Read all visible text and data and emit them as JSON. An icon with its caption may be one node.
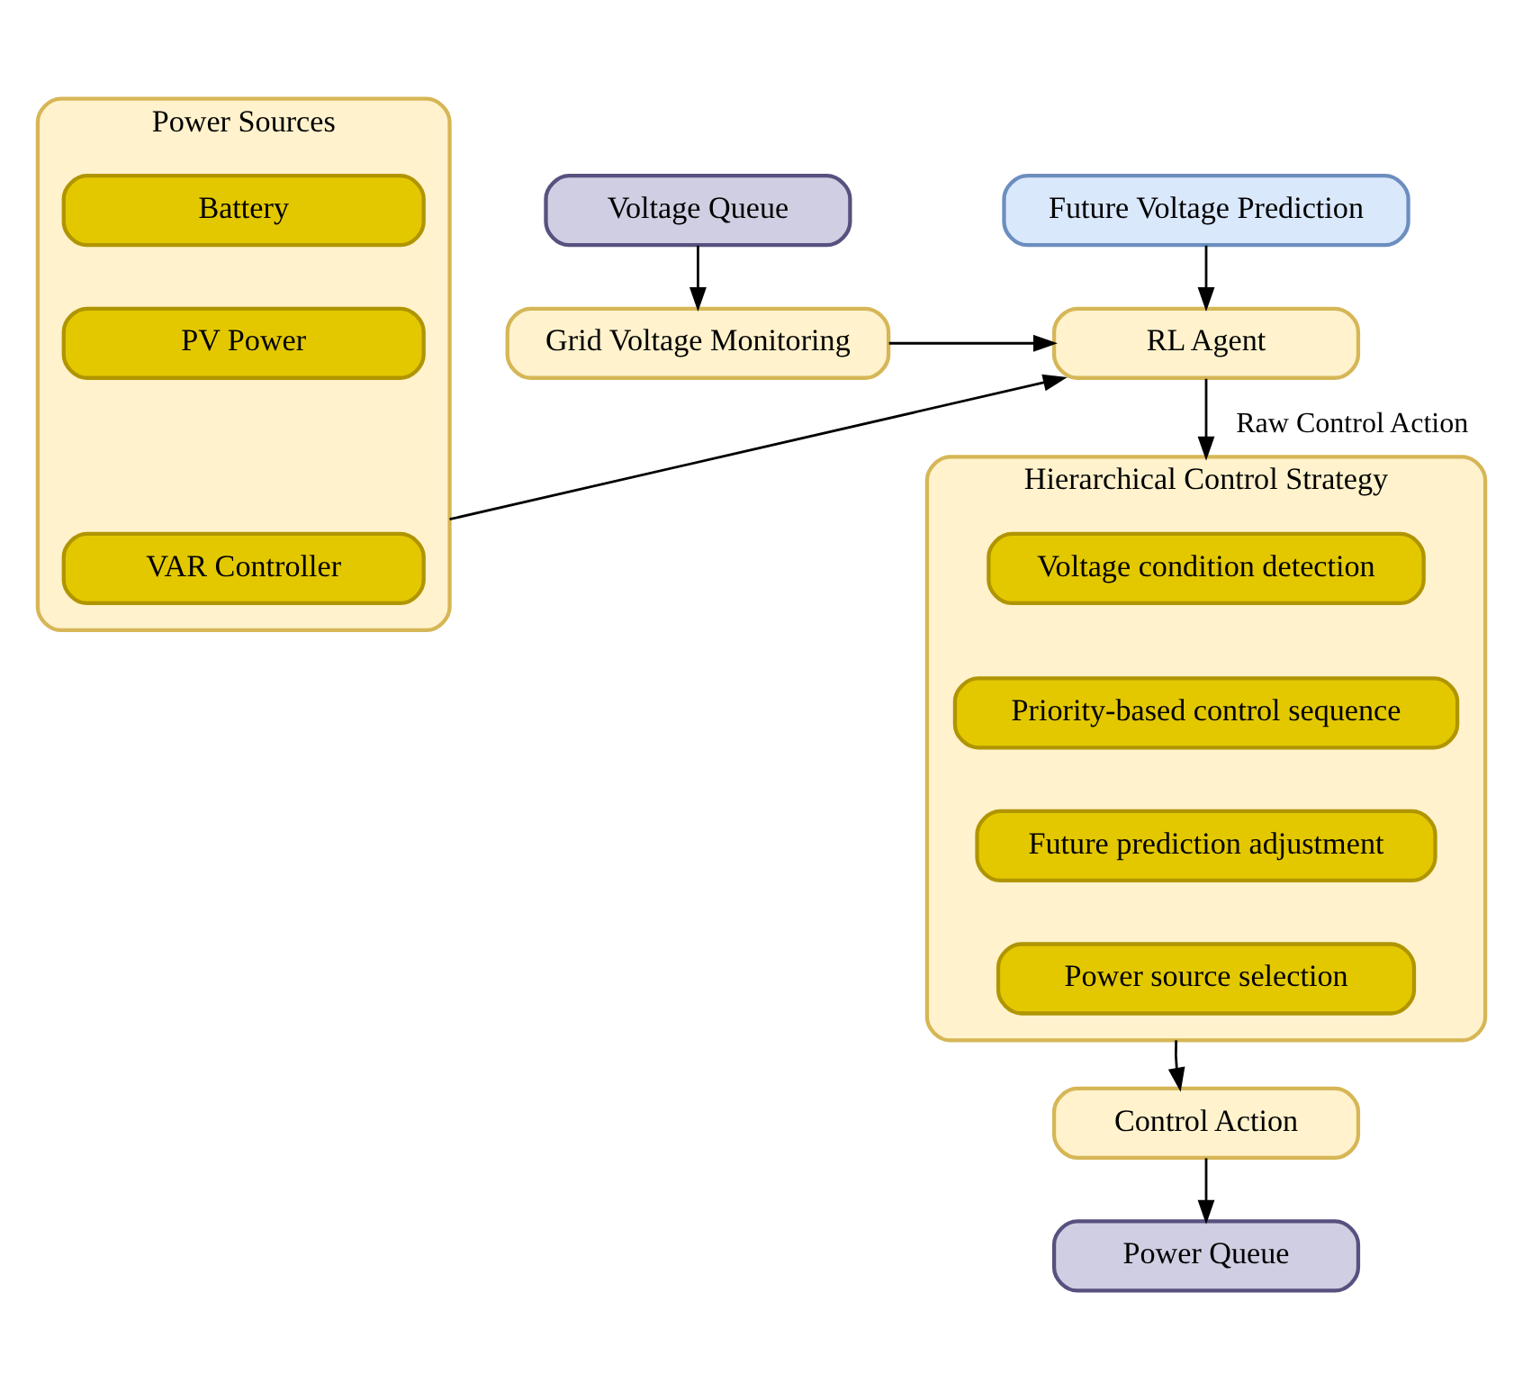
{
  "diagram": {
    "nodes": [
      {
        "text": [
          "Power Sources"
        ]
      },
      {
        "text": [
          "Battery"
        ],
        "in": 0
      },
      {
        "text": [
          "PV Power"
        ],
        "in": 0
      },
      {
        "text": [
          "VAR Controller"
        ],
        "in": 0
      },
      {
        "text": [
          "Future Voltage Prediction"
        ]
      },
      {
        "text": [
          "Voltage Queue"
        ]
      },
      {
        "text": [
          "RL Agent"
        ]
      },
      {
        "text": [
          "Grid Voltage Monitoring"
        ]
      },
      {
        "text": [
          "Hierarchical Control Strategy"
        ]
      },
      {
        "text": [
          "Voltage condition detection"
        ],
        "in": 8
      },
      {
        "text": [
          "Priority-based control sequence"
        ],
        "in": 8
      },
      {
        "text": [
          "Future prediction adjustment"
        ],
        "in": 8
      },
      {
        "text": [
          "Power source selection"
        ],
        "in": 8
      },
      {
        "text": [
          "Control Action"
        ]
      },
      {
        "text": [
          "Power Queue"
        ]
      }
    ],
    "edges": [
      {
        "from": 0,
        "to": 6,
        "arrow": "to"
      },
      {
        "from": 4,
        "to": 6,
        "arrow": "to"
      },
      {
        "from": 5,
        "to": 7,
        "arrow": "to"
      },
      {
        "from": 7,
        "to": 6,
        "arrow": "to"
      },
      {
        "from": 6,
        "to": 8,
        "arrow": "to",
        "label": "Raw Control Action"
      },
      {
        "from": 8,
        "to": 13,
        "arrow": "to"
      },
      {
        "from": 13,
        "to": 14,
        "arrow": "to"
      }
    ]
  }
}
